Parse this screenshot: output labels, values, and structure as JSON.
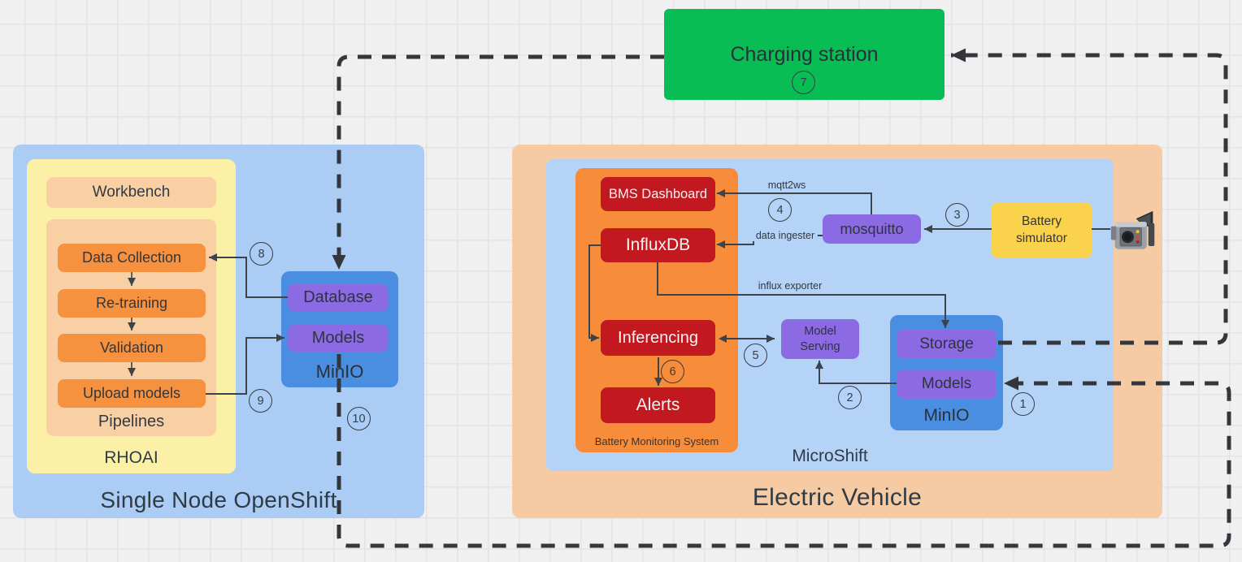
{
  "charging": {
    "label": "Charging station",
    "number": "7"
  },
  "sno": {
    "title": "Single Node OpenShift",
    "rhoai": {
      "title": "RHOAI",
      "workbench": "Workbench",
      "pipelines": {
        "title": "Pipelines",
        "steps": [
          "Data Collection",
          "Re-training",
          "Validation",
          "Upload models"
        ]
      }
    },
    "minio": {
      "title": "MinIO",
      "items": [
        "Database",
        "Models"
      ]
    }
  },
  "ev": {
    "title": "Electric Vehicle",
    "microshift": {
      "title": "MicroShift",
      "bms": {
        "title": "Battery Monitoring System",
        "components": [
          "BMS Dashboard",
          "InfluxDB",
          "Inferencing",
          "Alerts"
        ]
      },
      "mosquitto": "mosquitto",
      "model_serving": "Model Serving",
      "battery_simulator": "Battery simulator",
      "minio": {
        "title": "MinIO",
        "items": [
          "Storage",
          "Models"
        ]
      }
    }
  },
  "edge_labels": {
    "mqtt2ws": "mqtt2ws",
    "data_ingester": "data ingester",
    "influx_exporter": "influx exporter"
  },
  "numbers": [
    "1",
    "2",
    "3",
    "4",
    "5",
    "6",
    "7",
    "8",
    "9",
    "10"
  ],
  "icons": {
    "battery_source": "video-camera-icon"
  },
  "palette": {
    "canvas_bg": "#f0f0f0",
    "grid_line": "#e3e3e3",
    "green": "#08bd53",
    "light_blue_left": "#abccf4",
    "light_blue_right": "#b5d3f7",
    "yellow_container": "#fcf0a7",
    "peach": "#f9cfa4",
    "orange_step": "#f6913f",
    "orange_bms": "#f78c3a",
    "red": "#c2181f",
    "purple": "#8c6ae4",
    "minio_blue": "#4a8ee2",
    "battery_yellow": "#fbd24b",
    "solid_line": "#3b444d",
    "dashed_line": "#33373c",
    "text_dark": "#2f3b45"
  }
}
